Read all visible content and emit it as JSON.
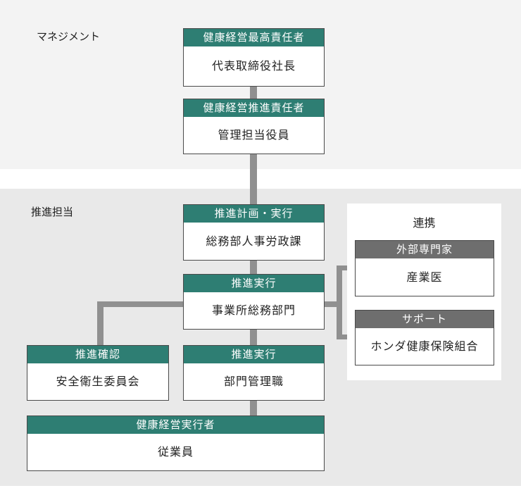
{
  "sections": {
    "management": "マネジメント",
    "promotion": "推進担当"
  },
  "boxes": {
    "cho": {
      "title": "健康経営最高責任者",
      "body": "代表取締役社長"
    },
    "promoter": {
      "title": "健康経営推進責任者",
      "body": "管理担当役員"
    },
    "plan": {
      "title": "推進計画・実行",
      "body": "総務部人事労政課"
    },
    "exec_hq": {
      "title": "推進実行",
      "body": "事業所総務部門"
    },
    "confirm": {
      "title": "推進確認",
      "body": "安全衛生委員会"
    },
    "exec_dept": {
      "title": "推進実行",
      "body": "部門管理職"
    },
    "employees": {
      "title": "健康経営実行者",
      "body": "従業員"
    }
  },
  "partners": {
    "title": "連携",
    "external": {
      "title": "外部専門家",
      "body": "産業医"
    },
    "support": {
      "title": "サポート",
      "body": "ホンダ健康保険組合"
    }
  },
  "colors": {
    "header_green": "#2e7e73",
    "header_gray": "#6e6e6e",
    "connector": "#909090",
    "band_management": "#f3f3f3",
    "band_promotion": "#e9e9e9"
  }
}
